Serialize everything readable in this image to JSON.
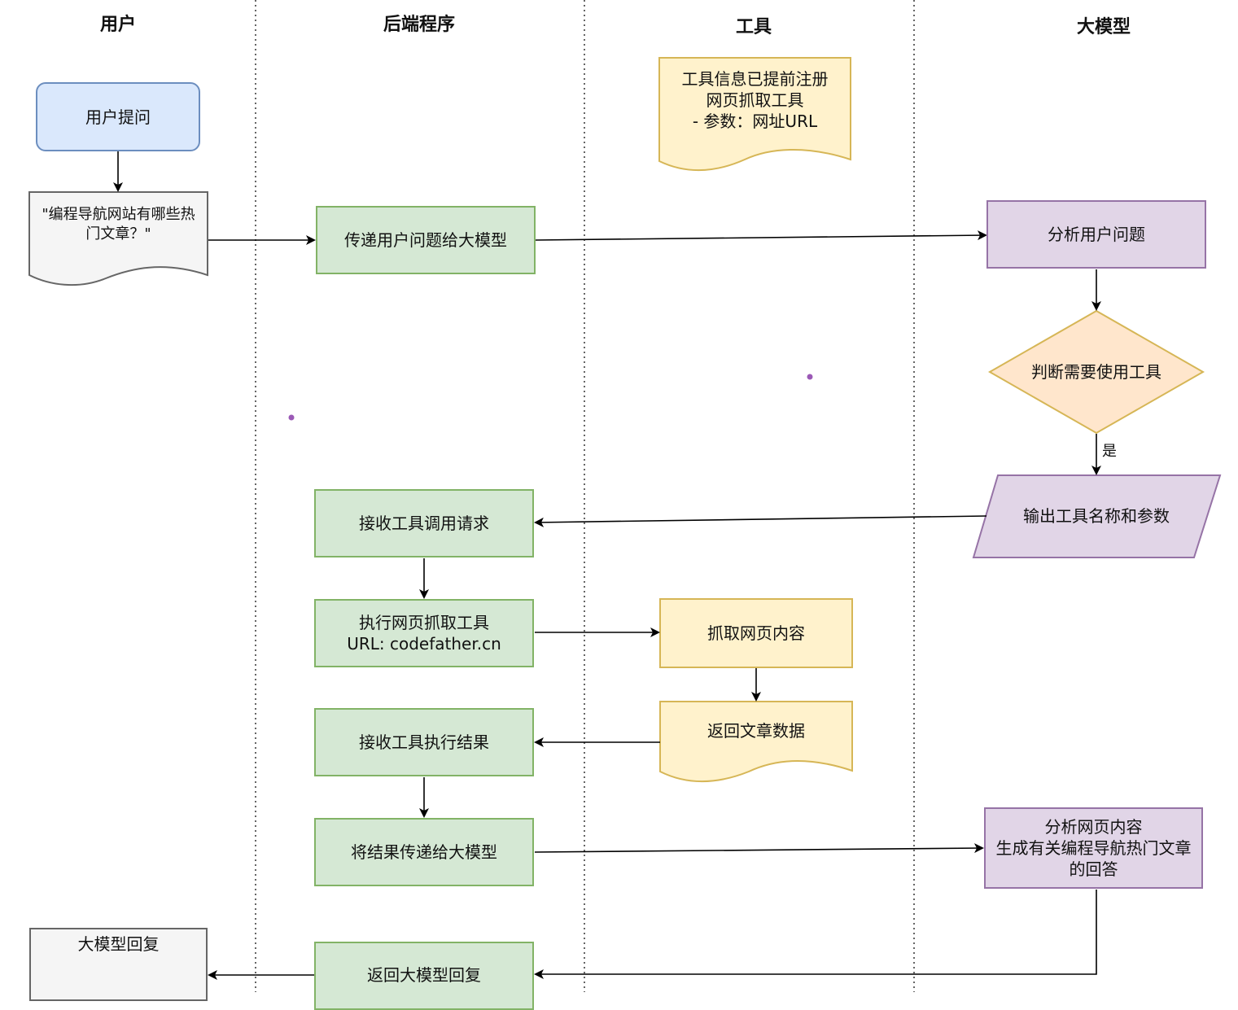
{
  "lanes": {
    "user": "用户",
    "backend": "后端程序",
    "tool": "工具",
    "llm": "大模型"
  },
  "nodes": {
    "user_question": "用户提问",
    "question_doc": "\"编程导航网站有哪些热\n门文章？\"",
    "tool_note": "工具信息已提前注册\n网页抓取工具\n- 参数：网址URL",
    "pass_question": "传递用户问题给大模型",
    "analyze_question": "分析用户问题",
    "decide_tool": "判断需要使用工具",
    "yes_label": "是",
    "output_tool": "输出工具名称和参数",
    "receive_call": "接收工具调用请求",
    "execute_tool": "执行网页抓取工具\nURL: codefather.cn",
    "fetch_page": "抓取网页内容",
    "return_data": "返回文章数据",
    "receive_result": "接收工具执行结果",
    "pass_result": "将结果传递给大模型",
    "analyze_page": "分析网页内容\n生成有关编程导航热门文章\n的回答",
    "llm_reply": "大模型回复",
    "return_reply": "返回大模型回复"
  },
  "colors": {
    "green_fill": "#d5e8d4",
    "green_stroke": "#82b366",
    "blue_fill": "#dae8fc",
    "blue_stroke": "#6c8ebf",
    "purple_fill": "#e1d5e7",
    "purple_stroke": "#9673a6",
    "yellow_fill": "#fff2cc",
    "yellow_stroke": "#d6b656",
    "orange_fill": "#ffe6cc",
    "orange_stroke": "#d79b00",
    "gray_fill": "#f5f5f5",
    "gray_stroke": "#666666"
  }
}
